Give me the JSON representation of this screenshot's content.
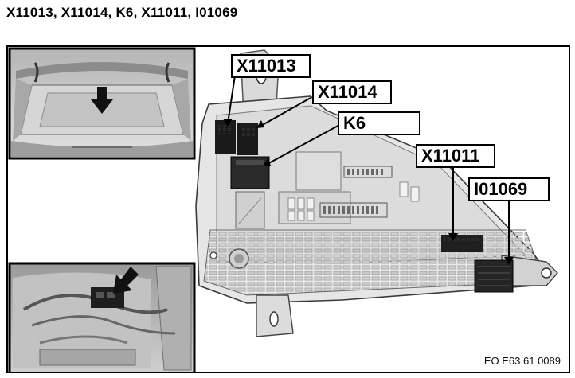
{
  "page": {
    "title": "X11013, X11014, K6, X11011, I01069"
  },
  "callouts": {
    "x11013": "X11013",
    "x11014": "X11014",
    "k6": "K6",
    "x11011": "X11011",
    "i01069": "I01069"
  },
  "figure": {
    "reference_code": "EO E63 61 0089"
  },
  "icons": {
    "trunk_arrow": "down-arrow-icon",
    "location_arrow": "diagonal-arrow-icon"
  }
}
